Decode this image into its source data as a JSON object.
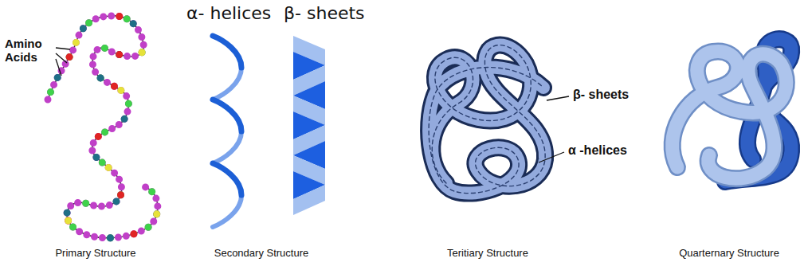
{
  "diagram": {
    "labels": [
      "Amino Acids",
      "α- helices",
      "β- sheets",
      "β- sheets",
      "α -helices",
      "Primary Structure",
      "Secondary Structure",
      "Teritiary Structure",
      "Quarternary Structure"
    ]
  }
}
